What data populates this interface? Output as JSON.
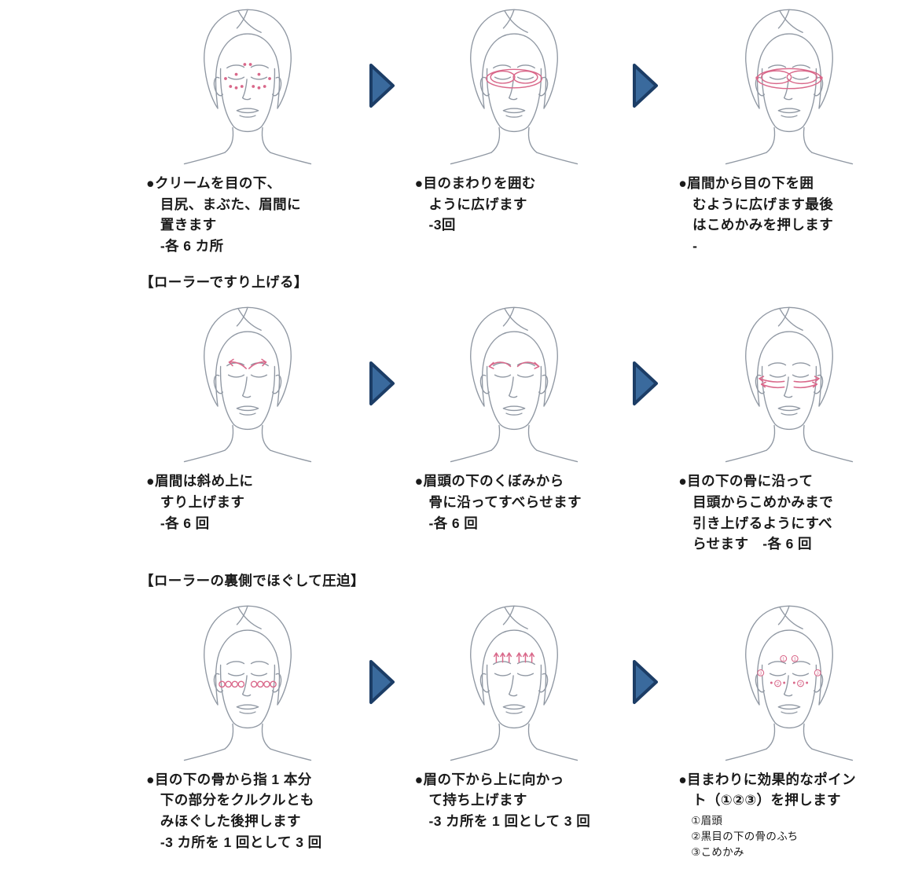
{
  "colors": {
    "accent_pink": "#d9688a",
    "arrow_blue_fill": "#3a6a9d",
    "arrow_blue_border": "#1c3d66",
    "line_gray": "#9098a3",
    "text": "#1a1a1a"
  },
  "icons": {
    "next_arrow": "▶"
  },
  "sections": [
    {
      "steps": [
        {
          "caption": "●クリームを目の下、\n　目尻、まぶた、眉間に\n　置きます\n　-各 6 カ所"
        },
        {
          "caption": "●目のまわりを囲む\n　ように広げます\n　-3回"
        },
        {
          "caption": "●眉間から目の下を囲\n　むように広げます最後\n　はこめかみを押します\n　-"
        }
      ]
    },
    {
      "header": "【ローラーですり上げる】",
      "steps": [
        {
          "caption": "●眉間は斜め上に\n　すり上げます\n　-各 6 回"
        },
        {
          "caption": "●眉頭の下のくぼみから\n　骨に沿ってすべらせます\n　-各 6 回"
        },
        {
          "caption": "●目の下の骨に沿って\n　目頭からこめかみまで\n　引き上げるようにすべ\n　らせます　-各 6 回"
        }
      ]
    },
    {
      "header": "【ローラーの裏側でほぐして圧迫】",
      "steps": [
        {
          "caption": "●目の下の骨から指 1 本分\n　下の部分をクルクルとも\n　みほぐした後押します\n　-3 カ所を 1 回として 3 回"
        },
        {
          "caption": "●眉の下から上に向かっ\n　て持ち上げます\n　-3 カ所を 1 回として 3 回"
        },
        {
          "caption": "●目まわりに効果的なポイン\n　ト（①②③）を押します",
          "notes": "①眉頭\n②黒目の下の骨のふち\n③こめかみ"
        }
      ]
    }
  ]
}
